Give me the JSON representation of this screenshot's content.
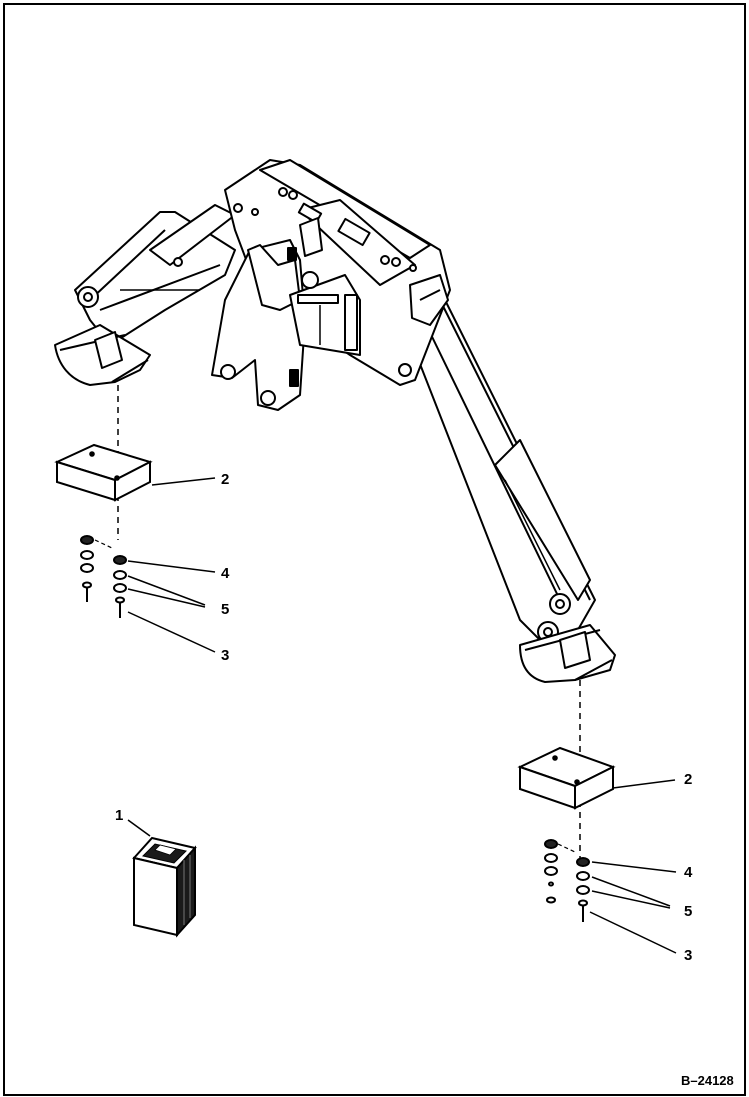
{
  "drawing": {
    "reference": "B–24128"
  },
  "callouts": {
    "left_pad": "2",
    "left_nuts": "4",
    "left_washers": "5",
    "left_bolt": "3",
    "right_pad": "2",
    "right_nuts": "4",
    "right_washers": "5",
    "right_bolt": "3",
    "kit_box": "1"
  },
  "colors": {
    "line": "#000000",
    "fill": "#ffffff",
    "shade": "#9a9a9a",
    "dark": "#1a1a1a"
  }
}
